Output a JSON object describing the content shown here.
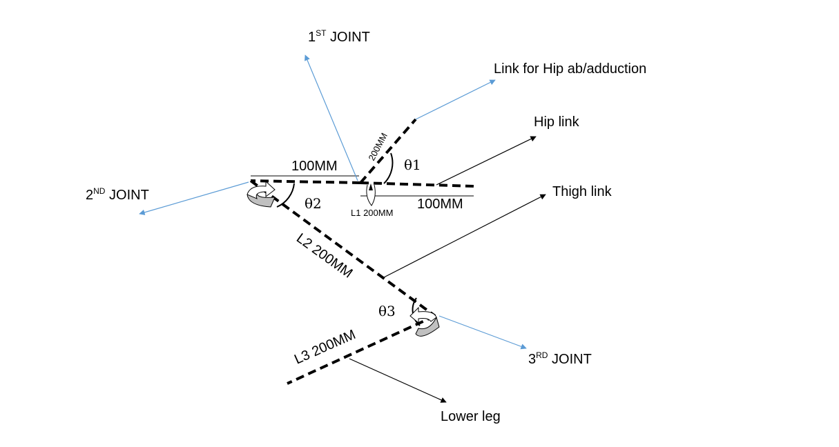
{
  "labels": {
    "joint1": {
      "main": "1",
      "sup": "ST",
      "rest": " JOINT"
    },
    "joint2": {
      "main": "2",
      "sup": "ND",
      "rest": " JOINT"
    },
    "joint3": {
      "main": "3",
      "sup": "RD",
      "rest": " JOINT"
    },
    "hip_ab_link": "Link for Hip ab/adduction",
    "hip_link": "Hip link",
    "thigh_link": "Thigh link",
    "lower_leg": "Lower leg",
    "dim_100_left": "100MM",
    "dim_100_right": "100MM",
    "dim_200_short": "200MM",
    "l1": "L1 200MM",
    "l2": "L2 200MM",
    "l3": "L3 200MM",
    "theta1": "θ1",
    "theta2": "θ2",
    "theta3": "θ3"
  },
  "colors": {
    "pointer_blue": "#5b9bd5",
    "pointer_black": "#000000",
    "rotation_arrow_fill": "#c0c0c0"
  }
}
